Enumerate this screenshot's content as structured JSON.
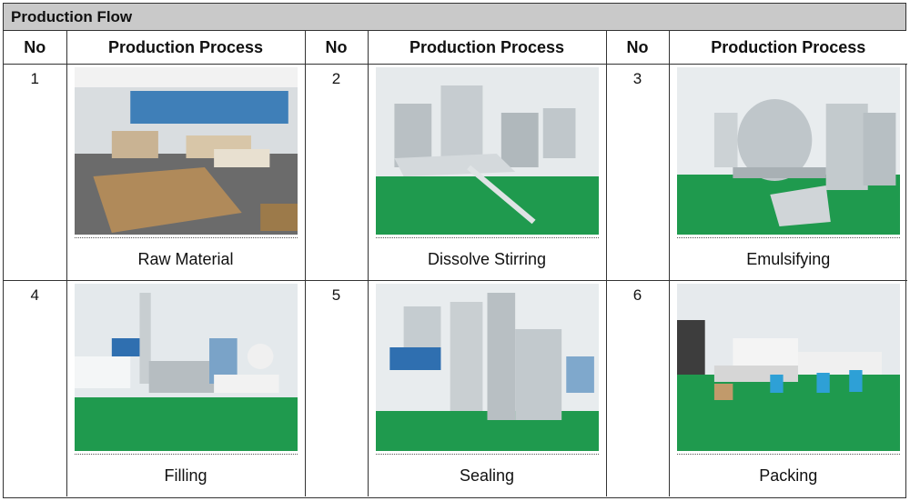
{
  "title": "Production Flow",
  "headers": {
    "no": "No",
    "process": "Production Process"
  },
  "steps": [
    {
      "no": "1",
      "label": "Raw Material"
    },
    {
      "no": "2",
      "label": "Dissolve Stirring"
    },
    {
      "no": "3",
      "label": "Emulsifying"
    },
    {
      "no": "4",
      "label": "Filling"
    },
    {
      "no": "5",
      "label": "Sealing"
    },
    {
      "no": "6",
      "label": "Packing"
    }
  ],
  "colors": {
    "header_bg": "#c9c9c9",
    "floor_green": "#1f9a4e",
    "wall": "#e6eaec"
  }
}
